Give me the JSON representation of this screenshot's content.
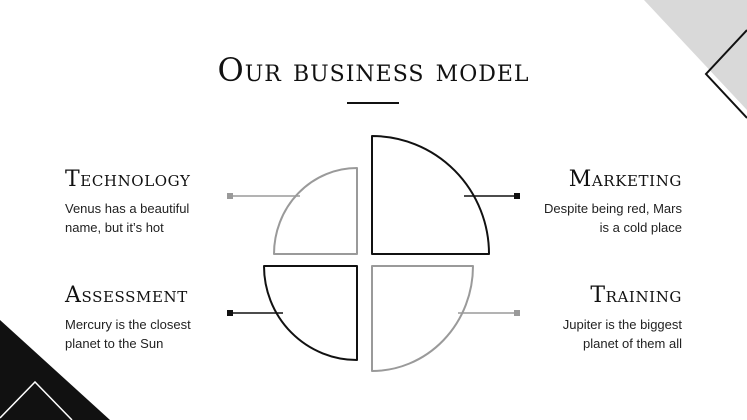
{
  "title": "Our business model",
  "sections": {
    "technology": {
      "heading": "Technology",
      "text": "Venus has a beautiful name, but it’s hot"
    },
    "assessment": {
      "heading": "Assessment",
      "text": "Mercury is the closest planet to the Sun"
    },
    "marketing": {
      "heading": "Marketing",
      "text": "Despite being red, Mars is a cold place"
    },
    "training": {
      "heading": "Training",
      "text": "Jupiter is the biggest planet of them all"
    }
  },
  "colors": {
    "dark": "#111111",
    "gray": "#9a9a9a",
    "light_triangle": "#d9d9d9"
  }
}
